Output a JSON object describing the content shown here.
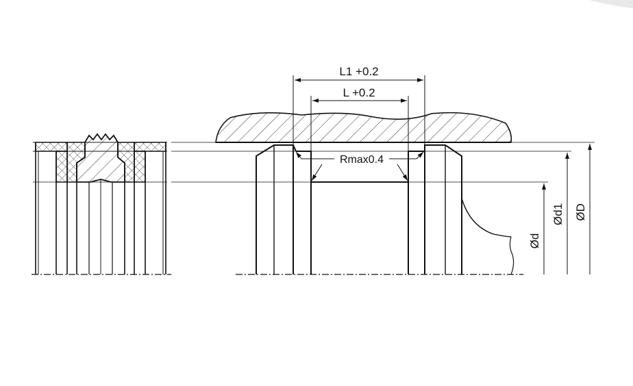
{
  "labels": {
    "l1": "L1 +0.2",
    "l": "L +0.2",
    "rmax": "Rmax0.4",
    "d": "Ød",
    "d1": "Ød1",
    "D": "ØD"
  },
  "colors": {
    "line": "#111111",
    "hatch": "#333333",
    "background": "#ffffff"
  }
}
